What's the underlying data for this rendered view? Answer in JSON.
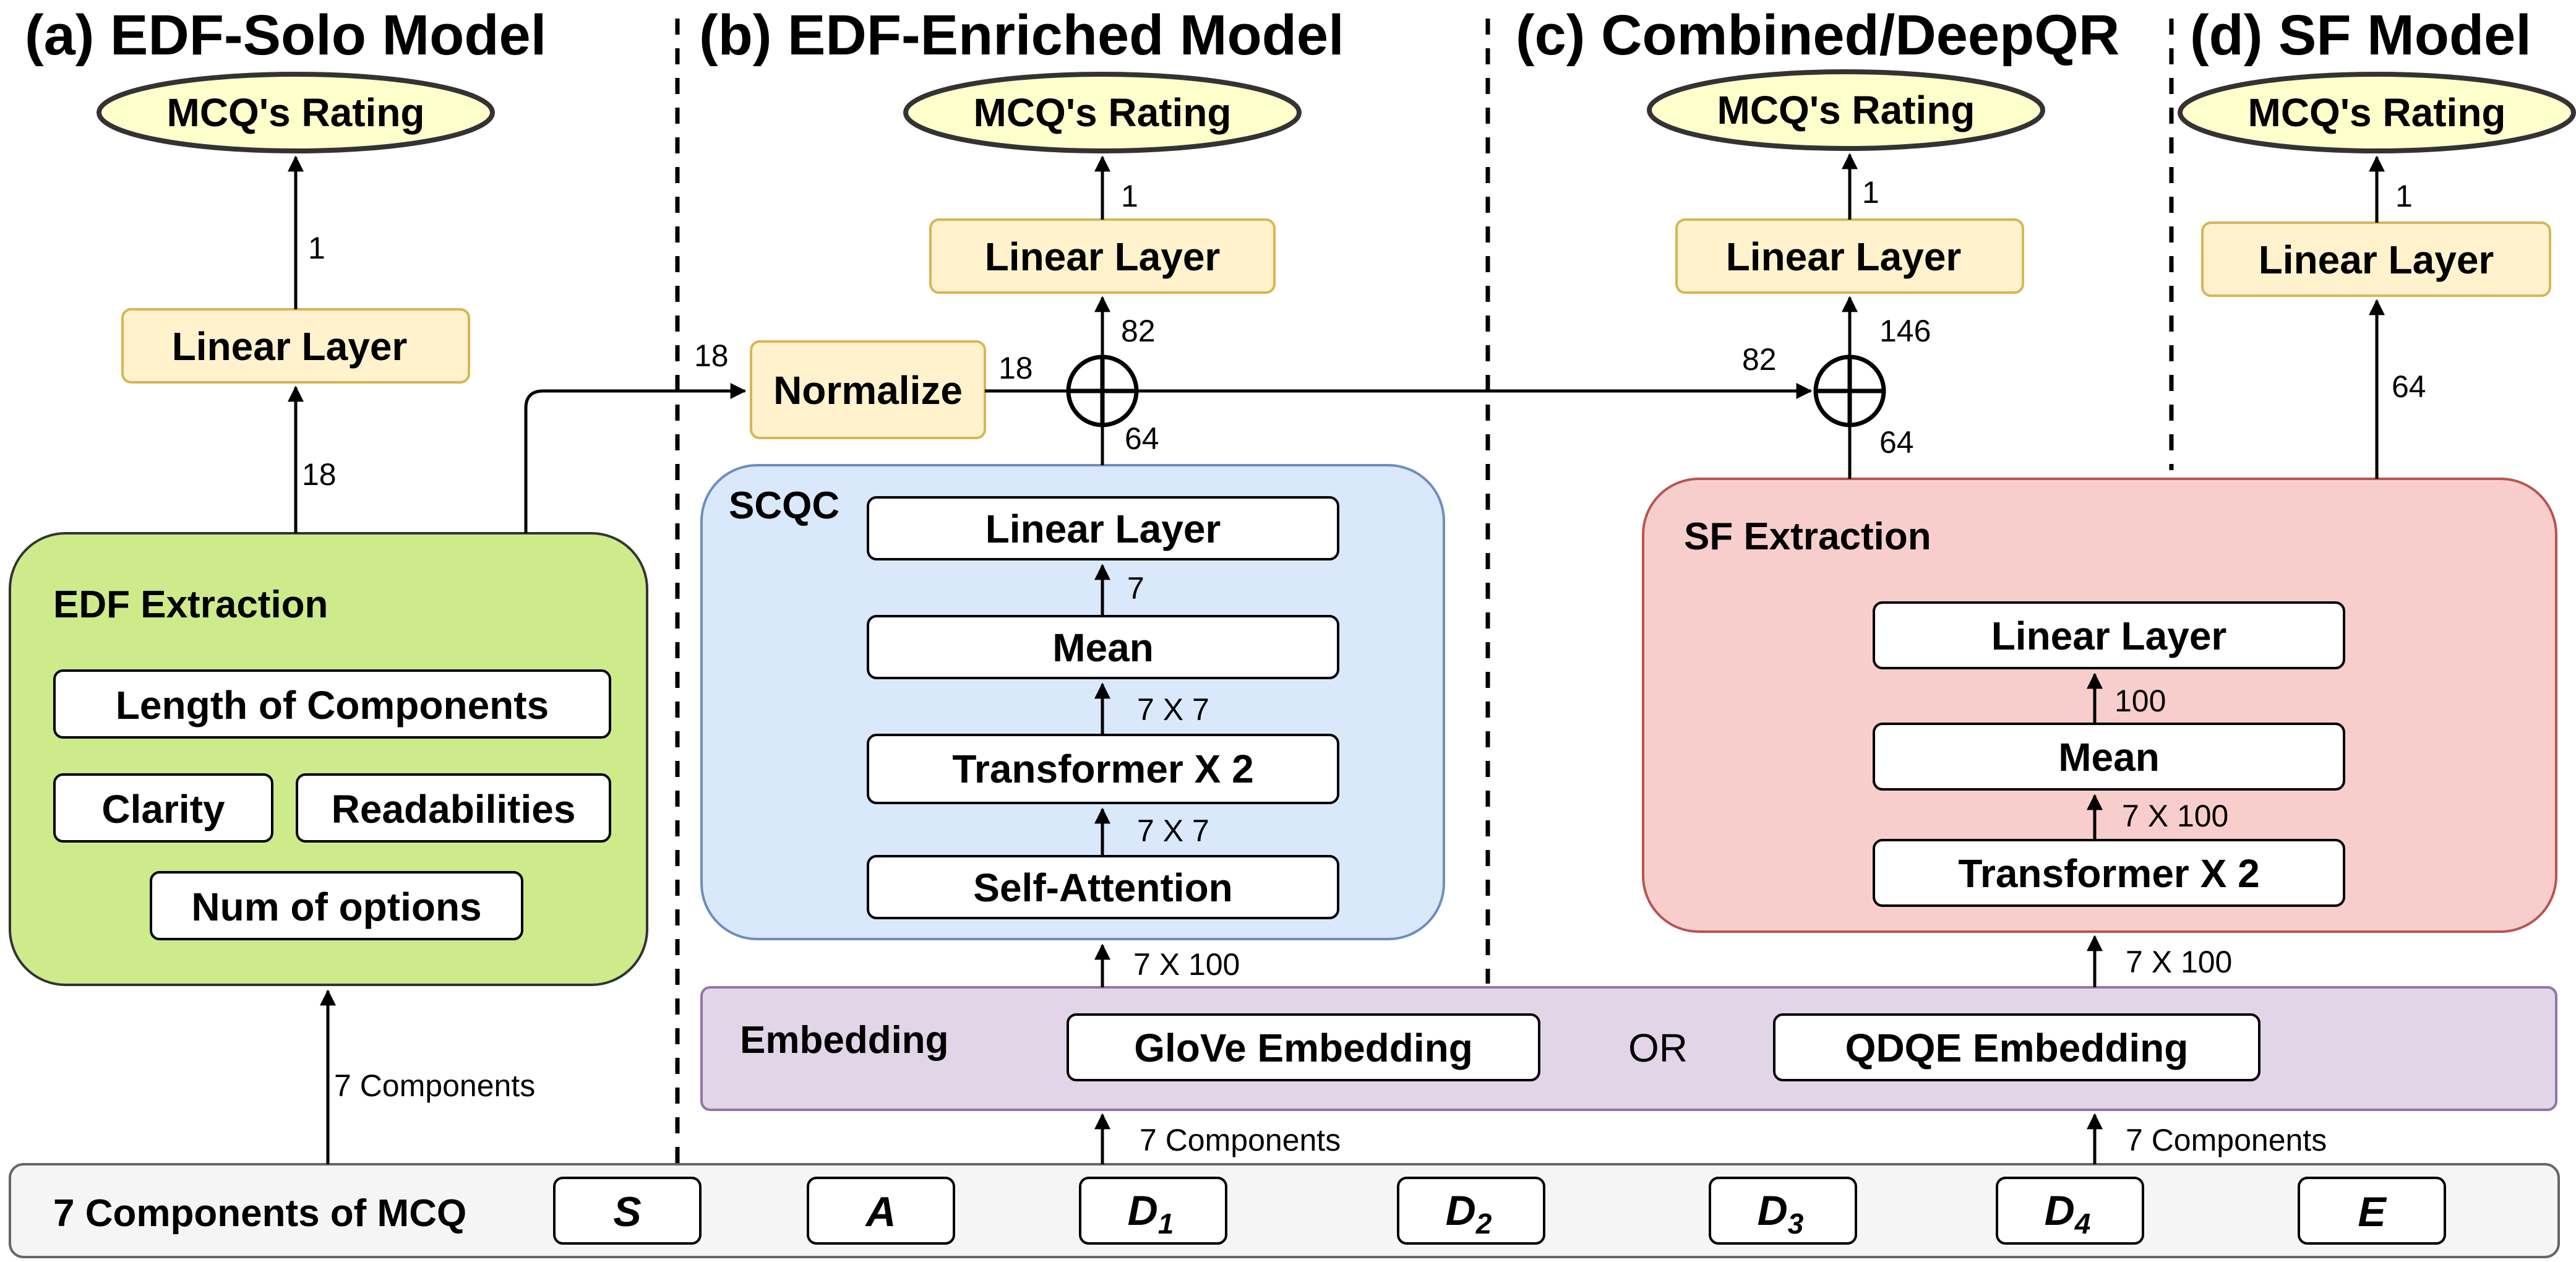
{
  "titles": {
    "a": "(a) EDF-Solo Model",
    "b": "(b) EDF-Enriched Model",
    "c": "(c) Combined/DeepQR",
    "d": "(d) SF Model"
  },
  "rating_label": "MCQ's Rating",
  "linear_layer_label": "Linear Layer",
  "normalize_label": "Normalize",
  "edf": {
    "title": "EDF Extraction",
    "length": "Length of Components",
    "clarity": "Clarity",
    "readabilities": "Readabilities",
    "num_options": "Num of options"
  },
  "scqc": {
    "title": "SCQC",
    "linear": "Linear Layer",
    "mean": "Mean",
    "transformer": "Transformer X 2",
    "self_attention": "Self-Attention"
  },
  "sf": {
    "title": "SF Extraction",
    "linear": "Linear Layer",
    "mean": "Mean",
    "transformer": "Transformer X 2"
  },
  "embedding": {
    "title": "Embedding",
    "glove": "GloVe Embedding",
    "or": "OR",
    "qdqe": "QDQE Embedding"
  },
  "components": {
    "title": "7 Components of MCQ",
    "s": "S",
    "a": "A",
    "d_letter": "D",
    "d1": "1",
    "d2": "2",
    "d3": "3",
    "d4": "4",
    "e": "E"
  },
  "dims": {
    "one": "1",
    "eighteen": "18",
    "eighty_two": "82",
    "sixty_four": "64",
    "one_forty_six": "146",
    "seven": "7",
    "seven_x_seven": "7 X 7",
    "seven_x_hundred": "7 X 100",
    "hundred": "100",
    "seven_components": "7 Components"
  }
}
